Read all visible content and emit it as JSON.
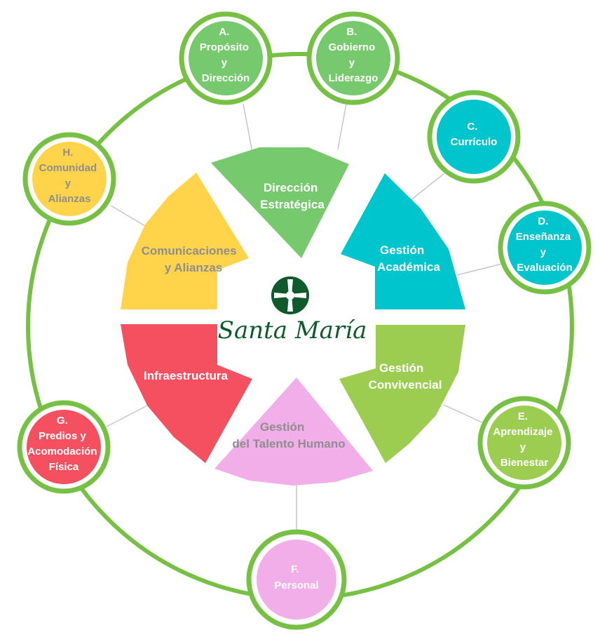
{
  "colors": {
    "ring": "#76c043",
    "connector": "#c6c6c6",
    "green": "#76c96d",
    "teal": "#00c5cd",
    "lime": "#9ccd50",
    "pink": "#f2aee9",
    "red": "#f4505f",
    "yellow": "#ffd44a",
    "brand": "#0f5a2c"
  },
  "center": {
    "brand": "Santa María",
    "logo_icon": "cross-pattee-icon"
  },
  "segments": [
    {
      "id": "direccion",
      "lines": [
        "Dirección",
        "Estratégica"
      ],
      "color": "green"
    },
    {
      "id": "academica",
      "lines": [
        "Gestión",
        "Académica"
      ],
      "color": "teal"
    },
    {
      "id": "convivencial",
      "lines": [
        "Gestión",
        "Convivencial"
      ],
      "color": "lime"
    },
    {
      "id": "talento",
      "lines": [
        "Gestión",
        "del Talento Humano"
      ],
      "color": "pink"
    },
    {
      "id": "infraestructura",
      "lines": [
        "Infraestructura"
      ],
      "color": "red"
    },
    {
      "id": "comunicaciones",
      "lines": [
        "Comunicaciones",
        "y Alianzas"
      ],
      "color": "yellow"
    }
  ],
  "nodes": [
    {
      "id": "a",
      "lines": [
        "A.",
        "Propósito",
        "y",
        "Dirección"
      ],
      "color": "green"
    },
    {
      "id": "b",
      "lines": [
        "B.",
        "Gobierno",
        "y",
        "Liderazgo"
      ],
      "color": "green"
    },
    {
      "id": "c",
      "lines": [
        "C.",
        "Currículo"
      ],
      "color": "teal"
    },
    {
      "id": "d",
      "lines": [
        "D.",
        "Enseñanza",
        "y",
        "Evaluación"
      ],
      "color": "teal"
    },
    {
      "id": "e",
      "lines": [
        "E.",
        "Aprendizaje",
        "y",
        "Bienestar"
      ],
      "color": "lime"
    },
    {
      "id": "f",
      "lines": [
        "F.",
        "Personal"
      ],
      "color": "pink"
    },
    {
      "id": "g",
      "lines": [
        "G.",
        "Predios y",
        "Acomodación",
        "Física"
      ],
      "color": "red"
    },
    {
      "id": "h",
      "lines": [
        "H.",
        "Comunidad",
        "y",
        "Alianzas"
      ],
      "color": "yellow"
    }
  ]
}
